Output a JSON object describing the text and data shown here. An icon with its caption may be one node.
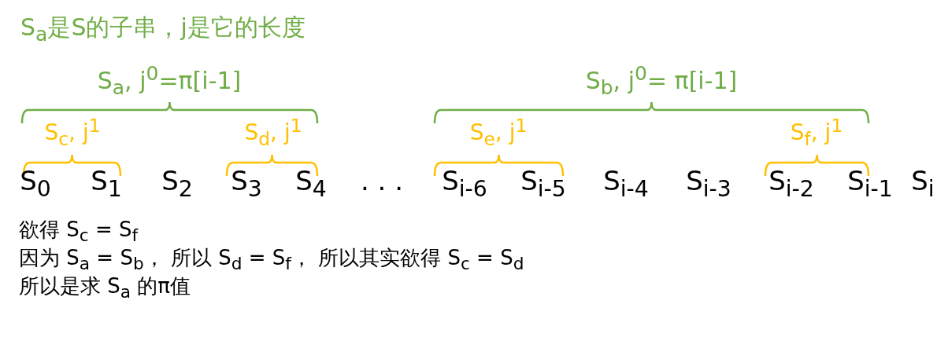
{
  "diagram": {
    "title": "S$_{a}$是S的子串，j是它的长度",
    "labels": [
      "S$_{a}$, j$^{0}$=π[i-1]",
      "S$_{b}$, j$^{0}$= π[i-1]",
      "S$_{c}$, j$^{1}$",
      "S$_{d}$, j$^{1}$",
      "S$_{e}$, j$^{1}$",
      "S$_{f}$, j$^{1}$",
      "S$_{0}$",
      "S$_{1}$",
      "S$_{2}$",
      "S$_{3}$",
      "S$_{4}$",
      ". . .",
      "S$_{i-6}$",
      "S$_{i-5}$",
      "S$_{i-4}$",
      "S$_{i-3}$",
      "S$_{i-2}$",
      "S$_{i-1}$",
      "S$_{i}$",
      "欲得 S$_{c}$ = S$_{f}$",
      "因为 S$_{a}$ = S$_{b}$， 所以 S$_{d}$ = S$_{f}$， 所以其实欲得 S$_{c}$ = S$_{d}$",
      "所以是求 S$_{a}$ 的π值"
    ]
  }
}
